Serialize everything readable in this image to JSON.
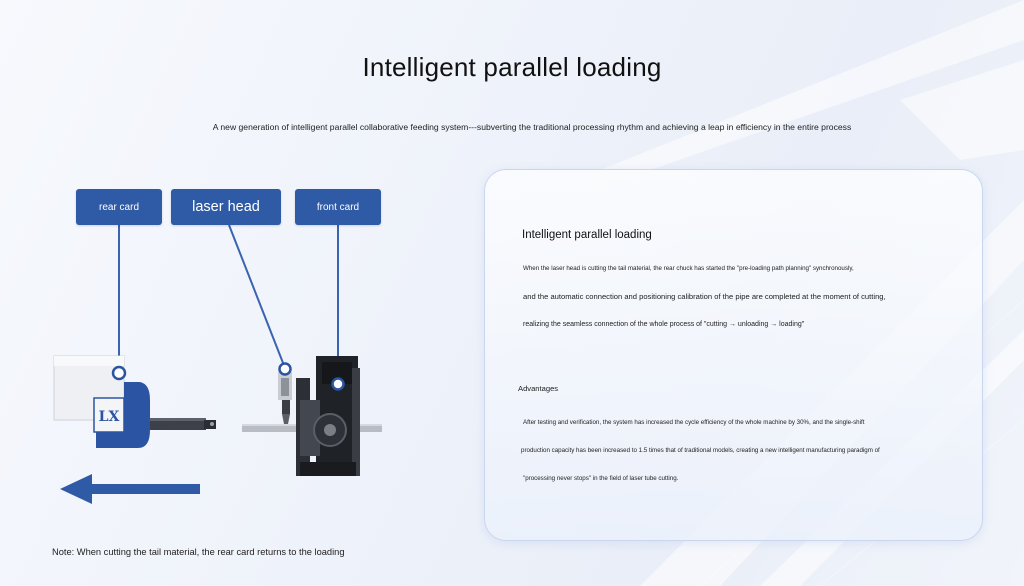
{
  "title": "Intelligent parallel loading",
  "subtitle": "A new generation of intelligent parallel collaborative feeding system---subverting the traditional processing rhythm and achieving a leap in efficiency in the entire process",
  "labels": {
    "rear_card": "rear card",
    "laser_head": "laser head",
    "front_card": "front card"
  },
  "logo_text": "LX",
  "note": "Note: When cutting the tail material, the rear card returns to the loading",
  "card": {
    "title": "Intelligent parallel loading",
    "lines": [
      "When the laser head is cutting the tail material, the rear chuck has started the \"pre-loading path planning\" synchronously,",
      "and the automatic connection and positioning calibration of the pipe are completed at the moment of cutting,",
      "realizing the seamless connection of the whole process of \"cutting → unloading → loading\""
    ],
    "advantages_title": "Advantages",
    "advantages_lines": [
      "After testing and verification, the system has increased the cycle efficiency of the whole machine by 30%, and the single-shift",
      "production capacity has been increased to 1.5 times that of traditional models, creating a new intelligent manufacturing paradigm of",
      "\"processing never stops\" in the field of laser tube cutting."
    ]
  },
  "colors": {
    "accent_blue": "#2f5aa6",
    "line_blue": "#3a63b0"
  }
}
